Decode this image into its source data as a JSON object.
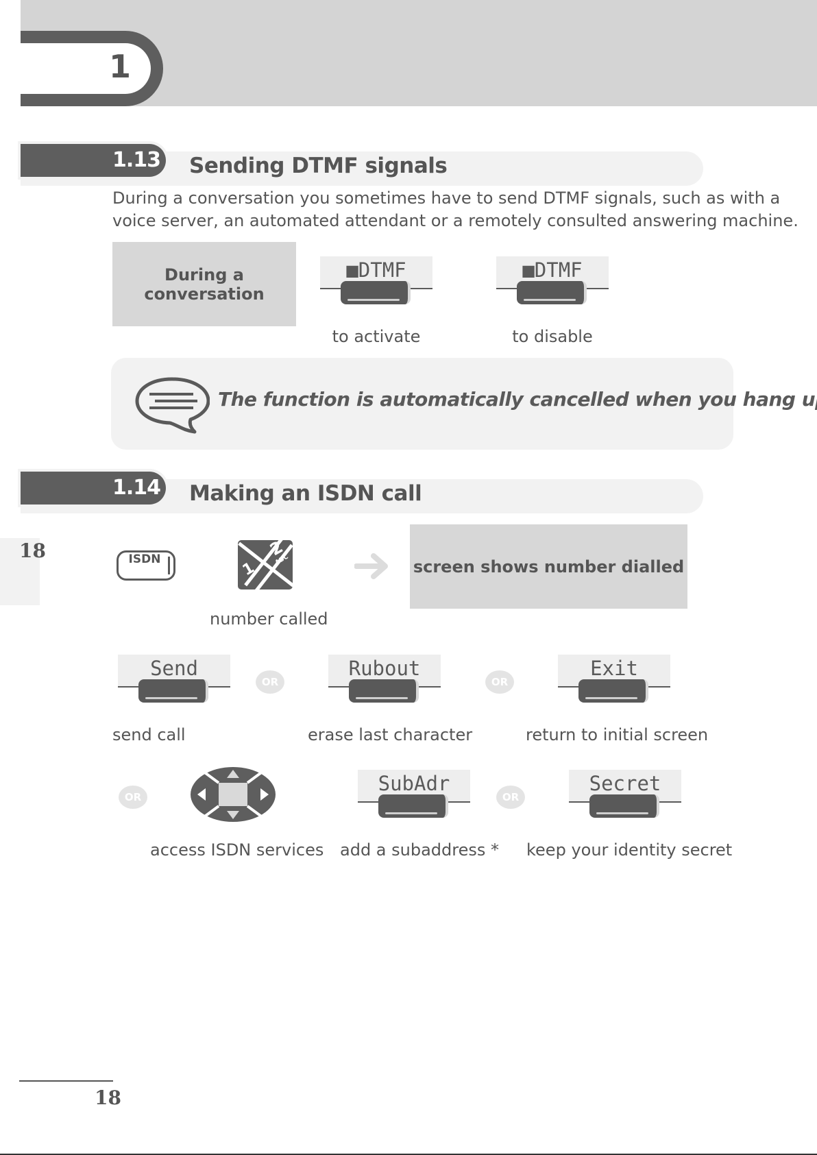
{
  "chapter": {
    "number": "1"
  },
  "section_dtmf": {
    "number": "1.13",
    "title": "Sending DTMF signals",
    "intro_line1": "During a conversation you sometimes have to send DTMF signals, such as with a",
    "intro_line2": "voice server, an automated attendant or a remotely consulted answering machine.",
    "condition": "During a conversation",
    "key_activate": "■DTMF",
    "key_disable": "■DTMF",
    "caption_activate": "to activate",
    "caption_disable": "to disable",
    "note": "The function is automatically cancelled when you hang up."
  },
  "section_isdn": {
    "number": "1.14",
    "title": "Making an ISDN call",
    "isdn_key": "ISDN",
    "keypad_digits": [
      "1",
      "2"
    ],
    "keypad_letters": "ABC",
    "caption_number": "number called",
    "screen_box": "screen shows number dialled",
    "or_label": "OR",
    "keys": {
      "send": "Send",
      "rubout": "Rubout",
      "exit": "Exit",
      "subadr": "SubAdr",
      "secret": "Secret"
    },
    "captions": {
      "send": "send call",
      "rubout": "erase last character",
      "exit": "return to initial screen",
      "nav": "access ISDN services",
      "subadr": "add a subaddress *",
      "secret": "keep your identity secret"
    }
  },
  "page": {
    "side_number": "18",
    "footer_number": "18"
  },
  "icons": [
    "speech-bubble-icon",
    "arrow-right-icon",
    "navigator-icon",
    "keypad-icon"
  ],
  "colors": {
    "dark": "#5e5e5e",
    "light": "#f2f2f2",
    "box": "#d7d7d7"
  }
}
